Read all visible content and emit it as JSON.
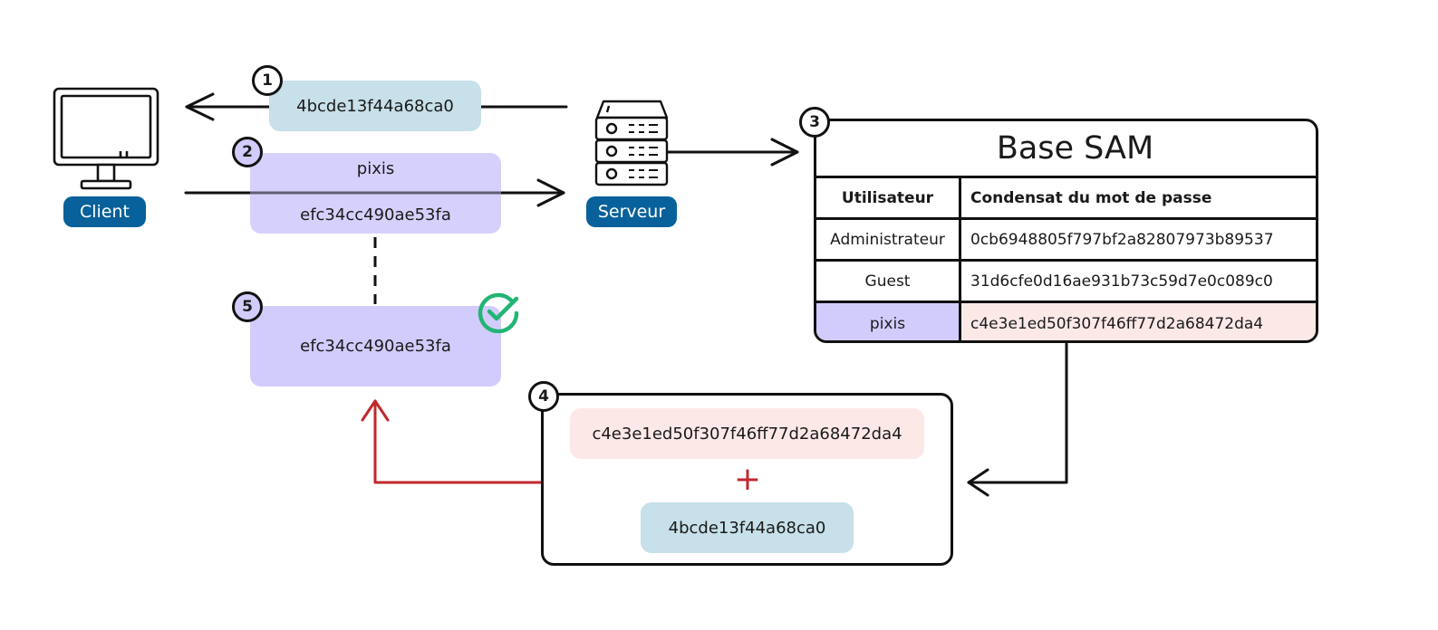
{
  "colors": {
    "blue_box": "#c7e0e9",
    "violet_box": "#d2ccfd",
    "pink_box": "#fde8e8",
    "label_pill": "#08619a",
    "red_arrow": "#c0282f",
    "check_green": "#22b573"
  },
  "icons": {
    "client": "computer-monitor-icon",
    "server": "server-rack-icon",
    "check": "check-circle-icon"
  },
  "client": {
    "label": "Client"
  },
  "server": {
    "label": "Serveur"
  },
  "step1": {
    "number": "1",
    "challenge": "4bcde13f44a68ca0"
  },
  "step2": {
    "number": "2",
    "username": "pixis",
    "response": "efc34cc490ae53fa"
  },
  "step3": {
    "number": "3",
    "title": "Base SAM",
    "columns": [
      "Utilisateur",
      "Condensat du mot de passe"
    ],
    "rows": [
      {
        "user": "Administrateur",
        "hash": "0cb6948805f797bf2a82807973b89537"
      },
      {
        "user": "Guest",
        "hash": "31d6cfe0d16ae931b73c59d7e0c089c0"
      },
      {
        "user": "pixis",
        "hash": "c4e3e1ed50f307f46ff77d2a68472da4"
      }
    ]
  },
  "step4": {
    "number": "4",
    "hash": "c4e3e1ed50f307f46ff77d2a68472da4",
    "operator": "+",
    "challenge": "4bcde13f44a68ca0"
  },
  "step5": {
    "number": "5",
    "result": "efc34cc490ae53fa"
  }
}
